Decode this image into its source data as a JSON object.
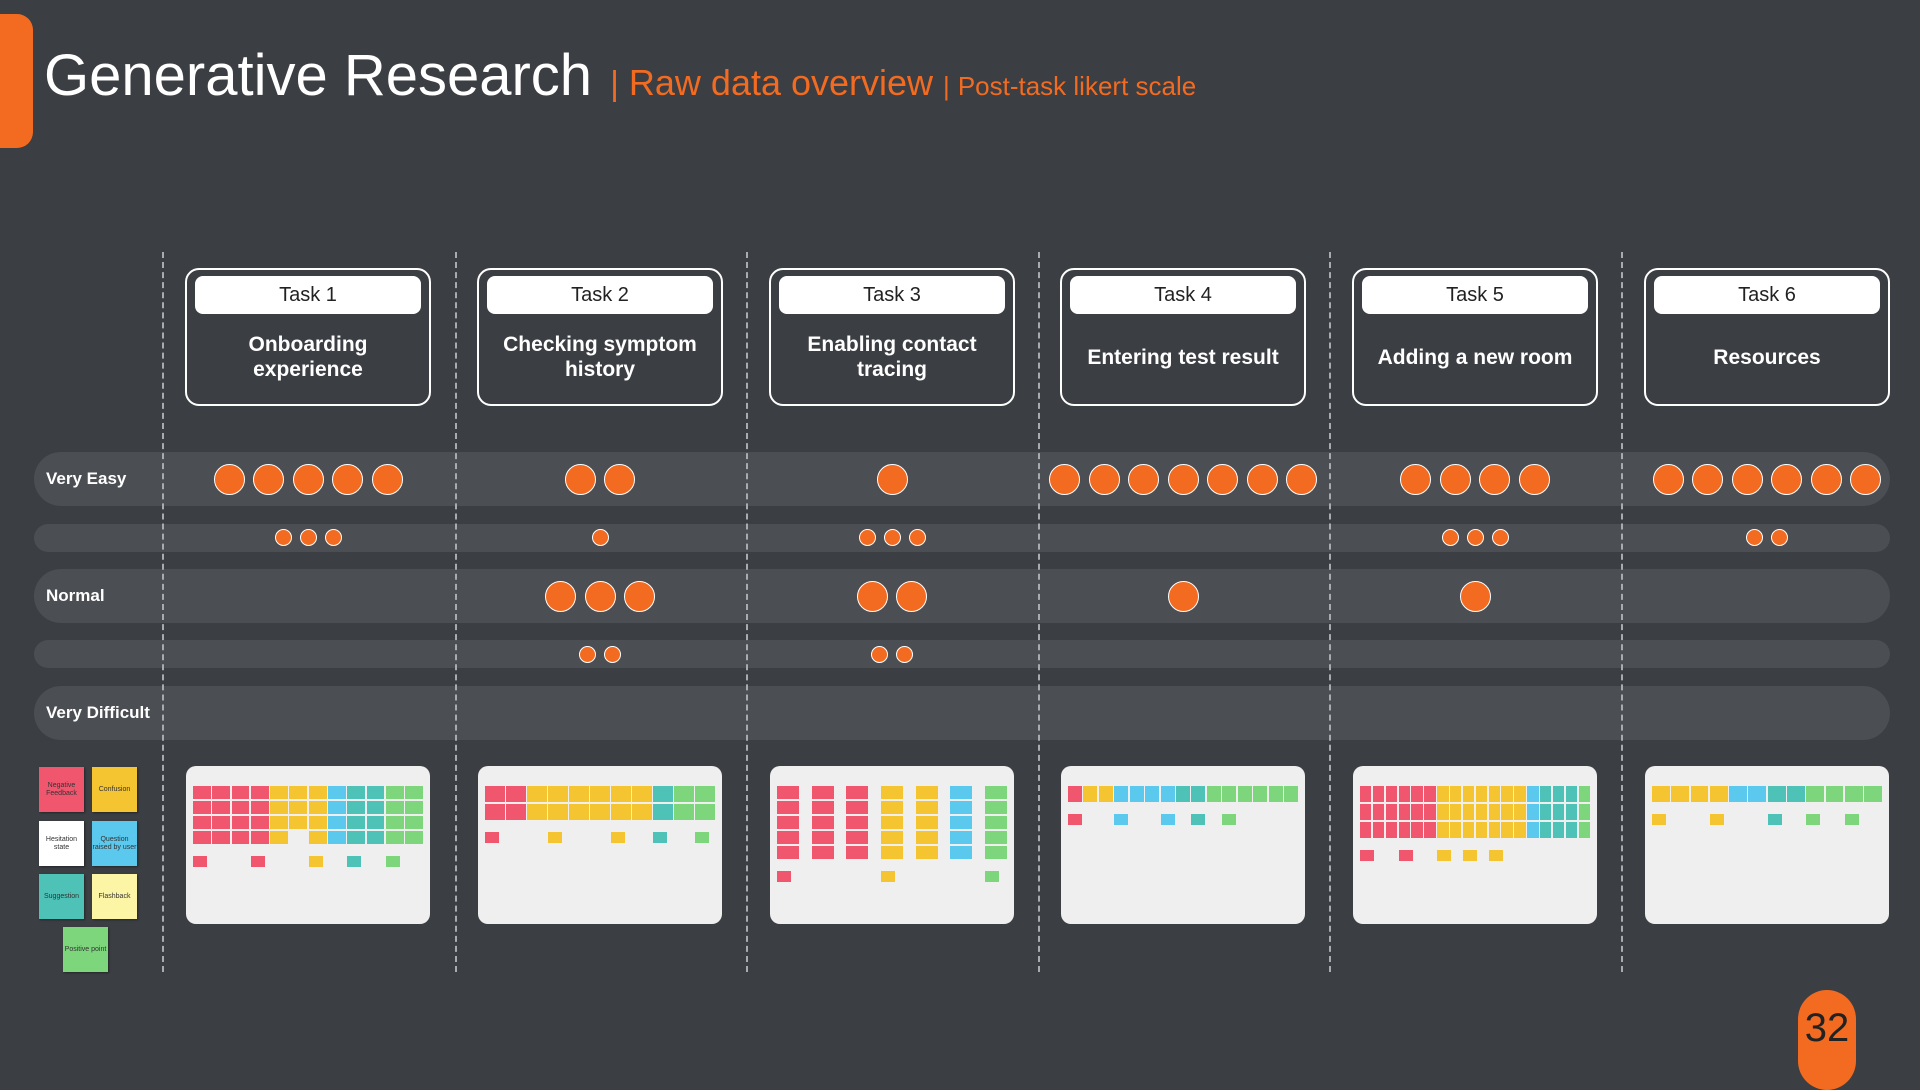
{
  "header": {
    "title": "Generative Research",
    "separator": "|",
    "subtitle": "Raw data overview",
    "subtitle2": "Post-task likert scale"
  },
  "rows": [
    {
      "label": "Very Easy"
    },
    {
      "label": ""
    },
    {
      "label": "Normal"
    },
    {
      "label": ""
    },
    {
      "label": "Very Difficult"
    }
  ],
  "tasks": [
    {
      "task": "Task 1",
      "name": "Onboarding experience",
      "counts": [
        5,
        3,
        0,
        0,
        0
      ]
    },
    {
      "task": "Task 2",
      "name": "Checking symptom history",
      "counts": [
        2,
        1,
        3,
        2,
        0
      ]
    },
    {
      "task": "Task 3",
      "name": "Enabling contact tracing",
      "counts": [
        1,
        3,
        2,
        2,
        0
      ]
    },
    {
      "task": "Task 4",
      "name": "Entering test result",
      "counts": [
        7,
        0,
        1,
        0,
        0
      ]
    },
    {
      "task": "Task 5",
      "name": "Adding a new room",
      "counts": [
        4,
        3,
        1,
        0,
        0
      ]
    },
    {
      "task": "Task 6",
      "name": "Resources",
      "counts": [
        6,
        2,
        0,
        0,
        0
      ]
    }
  ],
  "legend": [
    {
      "label": "Negative Feedback",
      "color": "#f0576f"
    },
    {
      "label": "Confusion",
      "color": "#f5c431"
    },
    {
      "label": "Hesitation state",
      "color": "#ffffff"
    },
    {
      "label": "Question raised by user",
      "color": "#5bc8ee"
    },
    {
      "label": "Suggestion",
      "color": "#4ec2b6"
    },
    {
      "label": "Flashback",
      "color": "#fdf5a6"
    },
    {
      "label": "Positive point",
      "color": "#7dd67c"
    }
  ],
  "colors": {
    "background": "#3b3e42",
    "accent": "#f26b21",
    "band": "#4b4e52"
  },
  "page_number": "32"
}
